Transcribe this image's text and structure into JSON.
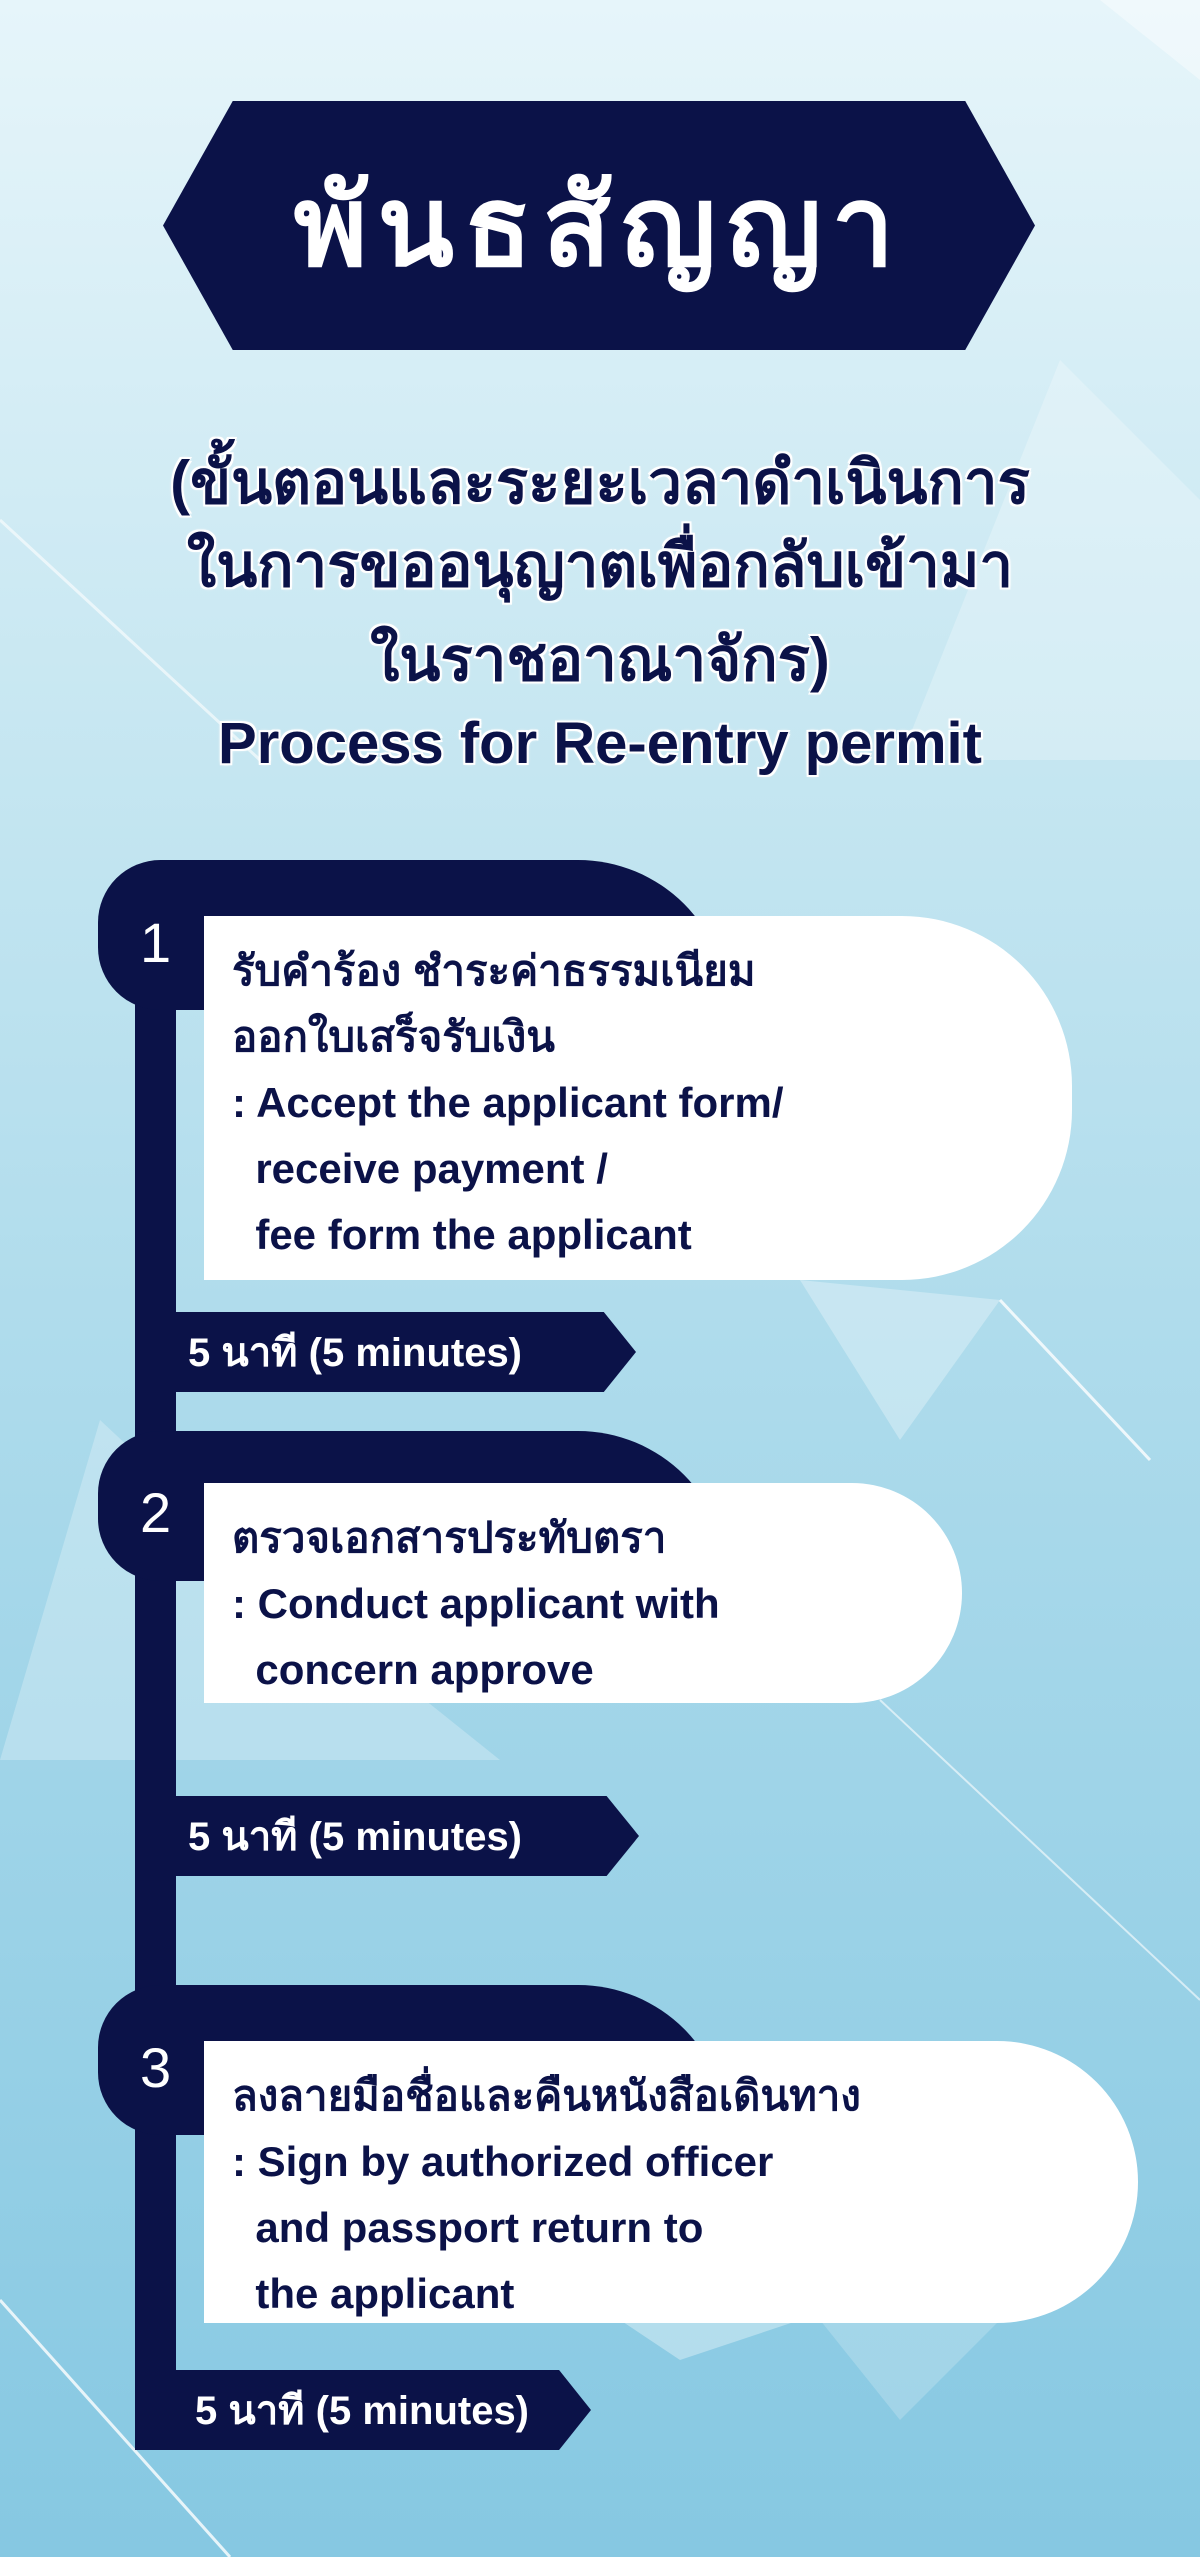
{
  "title": "พันธสัญญา",
  "subtitle": {
    "lines": [
      "(ขั้นตอนและระยะเวลาดำเนินการ",
      "ในการขออนุญาตเพื่อกลับเข้ามา",
      "ในราชอาณาจักร)",
      "Process for Re-entry permit"
    ]
  },
  "steps": [
    {
      "number": "1",
      "lines": [
        "รับคำร้อง ชำระค่าธรรมเนียม",
        "ออกใบเสร็จรับเงิน",
        ": Accept the applicant form/",
        "  receive payment /",
        "  fee form the applicant"
      ],
      "duration": "5 นาที (5 minutes)"
    },
    {
      "number": "2",
      "lines": [
        "ตรวจเอกสารประทับตรา",
        ": Conduct applicant with",
        "  concern approve"
      ],
      "duration": "5 นาที (5 minutes)"
    },
    {
      "number": "3",
      "lines": [
        "ลงลายมือชื่อและคืนหนังสือเดินทาง",
        ": Sign by authorized officer",
        "  and passport return to",
        "  the applicant"
      ],
      "duration": "5 นาที (5 minutes)"
    }
  ],
  "colors": {
    "navy": "#0b1248",
    "white": "#ffffff"
  }
}
